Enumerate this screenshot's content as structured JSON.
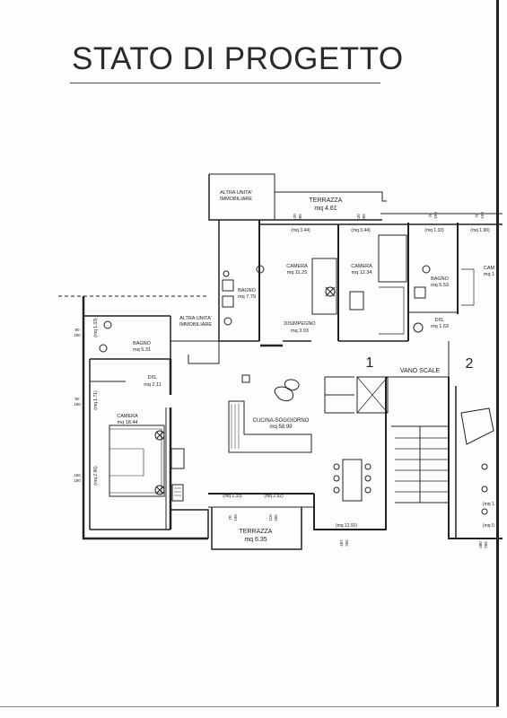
{
  "title": "STATO DI PROGETTO",
  "labels": {
    "altra_top": [
      "ALTRA UNITA'",
      "IMMOBILIARE"
    ],
    "altra_mid": [
      "ALTRA UNITA'",
      "IMMOBILIARE"
    ],
    "terrazza_top": [
      "TERRAZZA",
      "mq 4.61"
    ],
    "terrazza_bottom": [
      "TERRAZZA",
      "mq 6.35"
    ],
    "camera1": [
      "CAMERA",
      "mq 11.25"
    ],
    "camera2": [
      "CAMERA",
      "mq 12.34"
    ],
    "camera3": [
      "CAMERA",
      "mq 18.44"
    ],
    "camera_cut": [
      "CAM",
      "mq 1"
    ],
    "bagno1": [
      "BAGNO",
      "mq 7.79"
    ],
    "bagno2": [
      "BAGNO",
      "mq 5.53"
    ],
    "bagno3": [
      "BAGNO",
      "mq 5.31"
    ],
    "dis1": [
      "DIS.",
      "mq 1.63"
    ],
    "dis2": [
      "DIS.",
      "mq 2.11"
    ],
    "disimpegno": [
      "DISIMPEGNO",
      "mq 3.03"
    ],
    "cucina": [
      "CUCINA-SOGGIORNO",
      "mq 58.99"
    ],
    "vano_scale": "VANO SCALE",
    "num1": "1",
    "num2": "2"
  },
  "wall_areas": {
    "a1": "(mq 3.44)",
    "a2": "(mq 3.44)",
    "a3": "(mq 1.33)",
    "a4": "(mq 1.90)",
    "a5": "(mq 1.33)",
    "a6": "(mq 2.92)",
    "a7": "(mq 12.91)",
    "a8": "(mq 1.71)",
    "a9": "(mq 2.96)",
    "a10": "(mq 1.03)",
    "a11": "(mq 0.",
    "a12": "(mq 1."
  },
  "dims": {
    "d1": "120",
    "d1b": "265",
    "d2": "120",
    "d2b": "265",
    "d3": "70",
    "d3b": "190",
    "d4": "70",
    "d4b": "190",
    "d5": "90",
    "d5b": "190",
    "d6": "90",
    "d6b": "190",
    "d7": "156",
    "d7b": "190",
    "d8": "70",
    "d8b": "190",
    "d9": "110",
    "d9b": "265",
    "d10": "487",
    "d10b": "265",
    "d11": "380",
    "d11b": "265"
  }
}
